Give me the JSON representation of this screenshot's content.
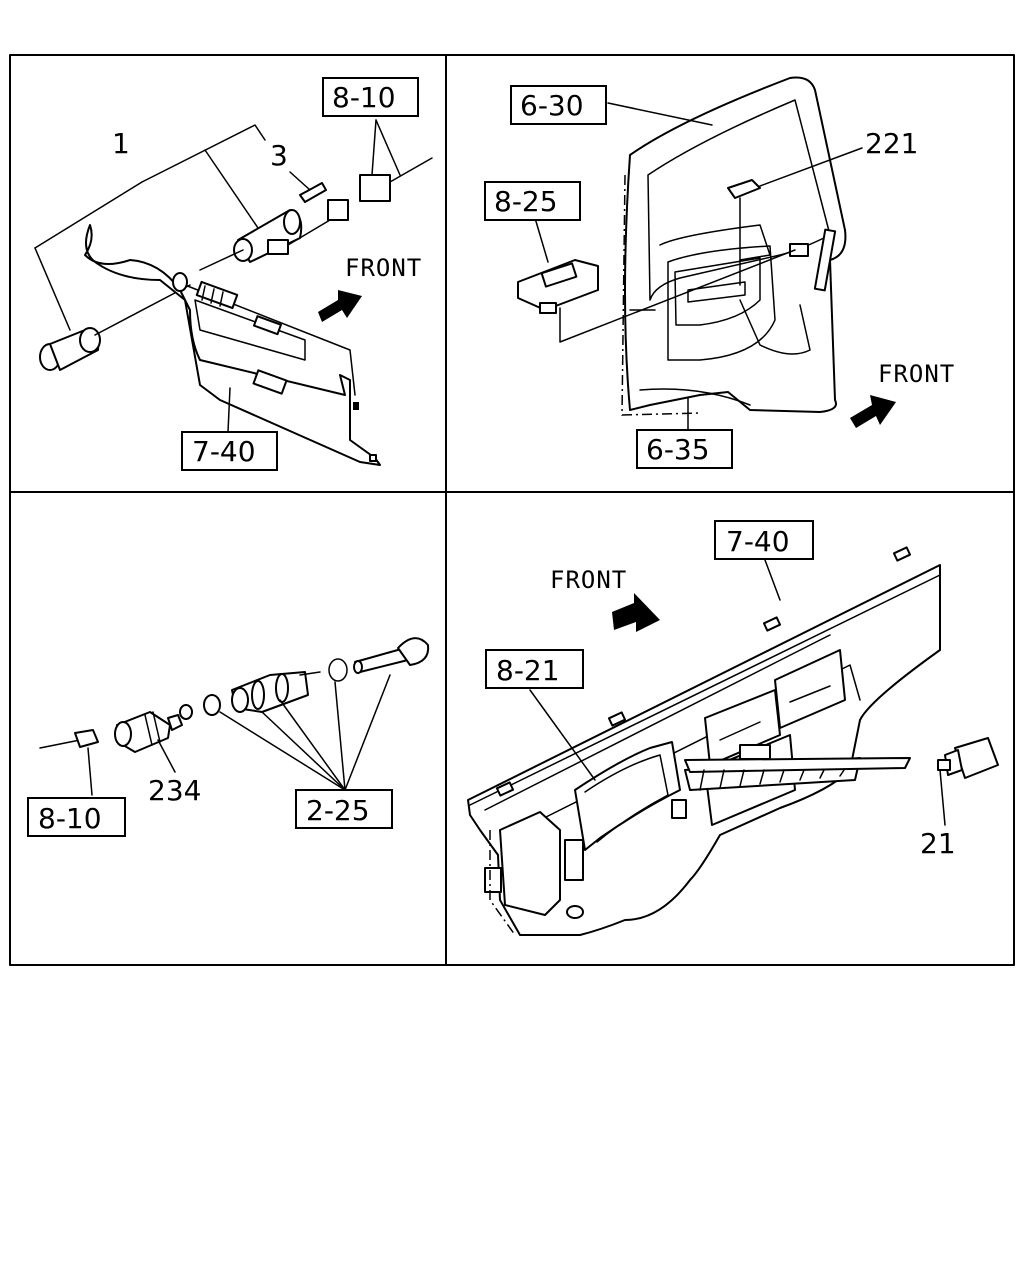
{
  "panels": {
    "top_left": {
      "refs": {
        "r1": "1",
        "r3": "3",
        "r810": "8-10",
        "r740": "7-40"
      },
      "front": "FRONT"
    },
    "top_right": {
      "refs": {
        "r630": "6-30",
        "r221": "221",
        "r825": "8-25",
        "r635": "6-35"
      },
      "front": "FRONT"
    },
    "bottom_left": {
      "refs": {
        "r234": "234",
        "r810": "8-10",
        "r225": "2-25"
      }
    },
    "bottom_right": {
      "refs": {
        "r740": "7-40",
        "r821": "8-21",
        "r21": "21"
      },
      "front": "FRONT"
    }
  }
}
